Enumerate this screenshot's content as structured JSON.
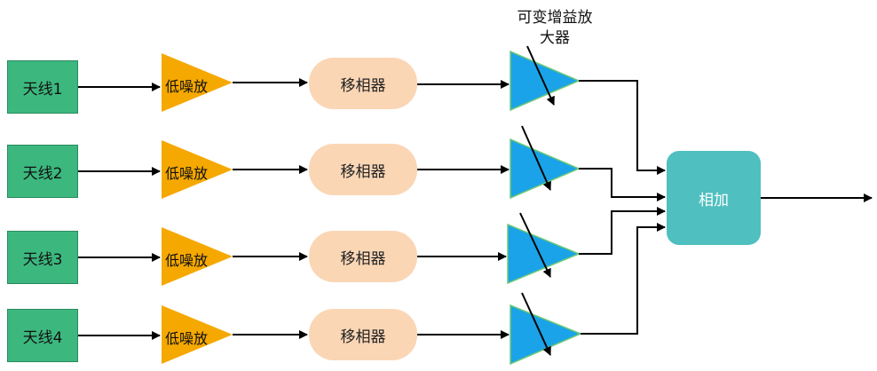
{
  "antennas": [
    {
      "label": "天线1"
    },
    {
      "label": "天线2"
    },
    {
      "label": "天线3"
    },
    {
      "label": "天线4"
    }
  ],
  "lna": {
    "label": "低噪放"
  },
  "phase_shifter": {
    "label": "移相器"
  },
  "vga": {
    "title_line1": "可变增益放",
    "title_line2": "大器"
  },
  "summer": {
    "label": "相加"
  },
  "colors": {
    "antenna": "#3cb87f",
    "lna": "#f5a800",
    "phase_shifter": "#fbd6b5",
    "vga": "#1aa3e8",
    "summer": "#4fbfbf"
  }
}
